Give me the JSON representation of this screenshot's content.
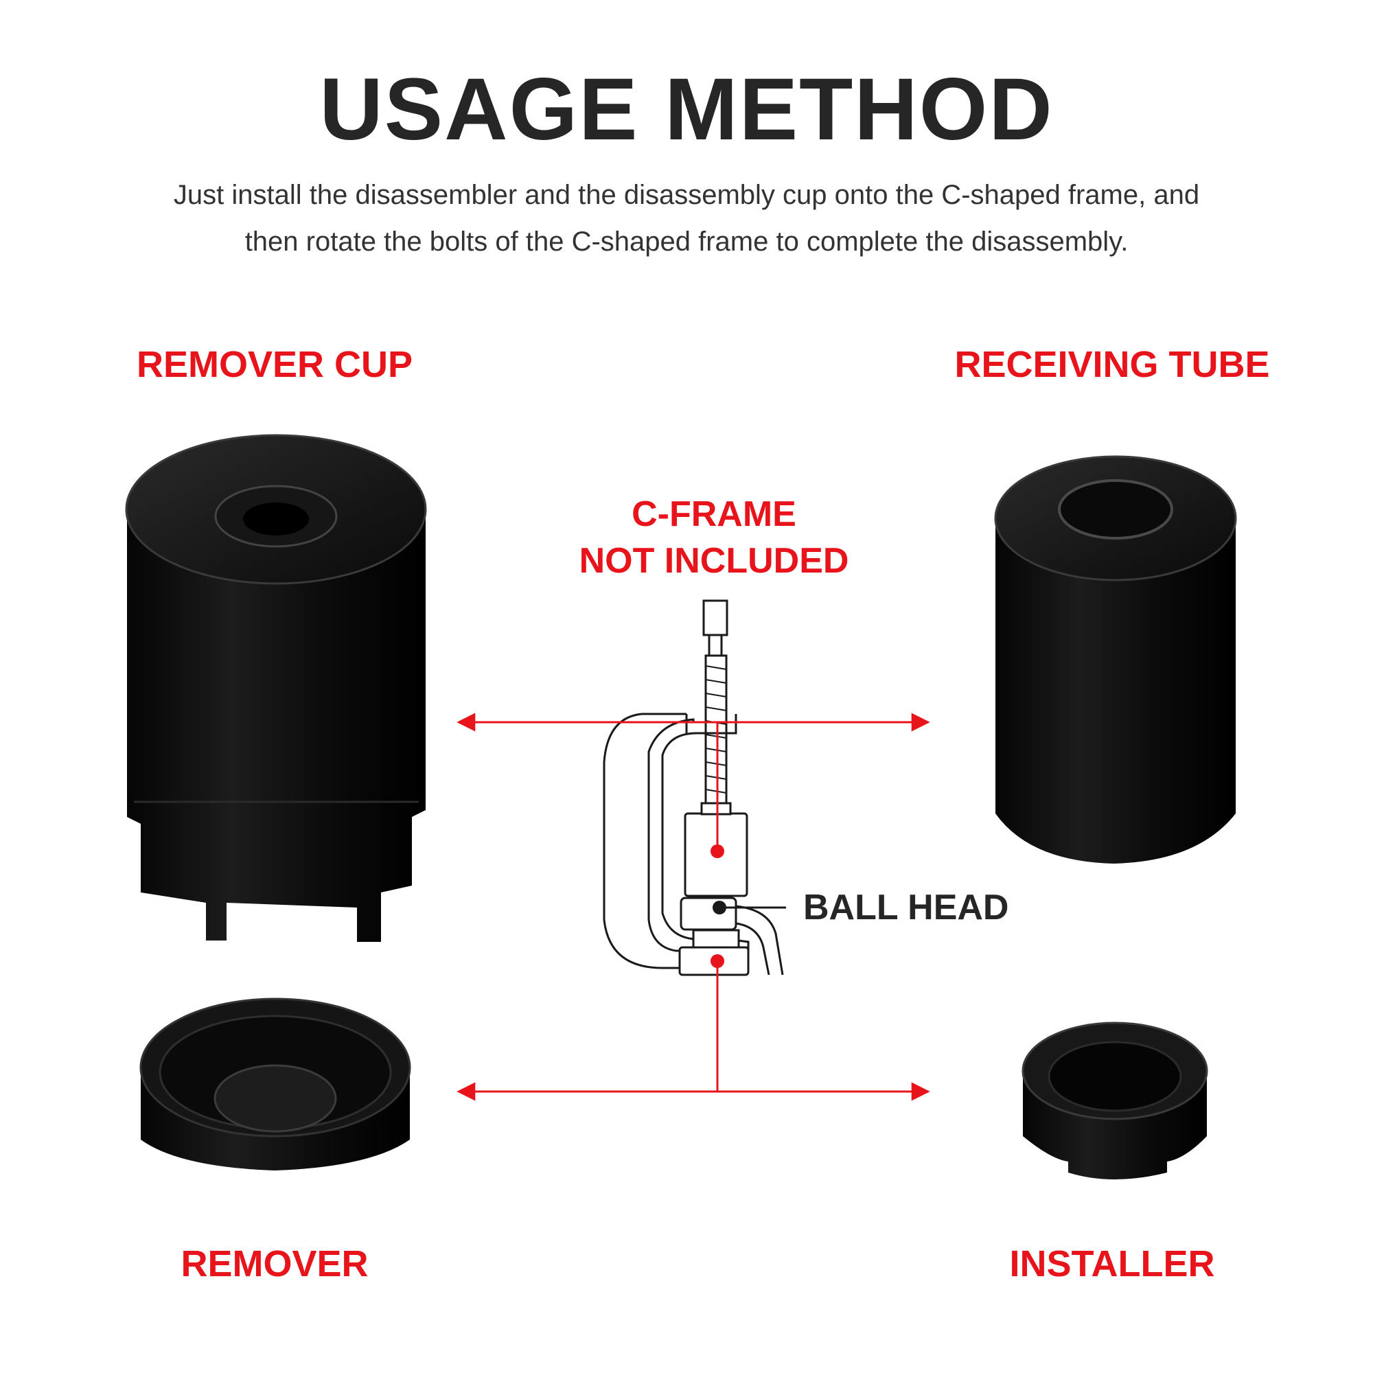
{
  "title": "USAGE METHOD",
  "subtitle": {
    "line1": "Just install the disassembler and the disassembly cup onto the C-shaped frame, and",
    "line2": "then rotate the bolts of the C-shaped frame to complete the disassembly."
  },
  "labels": {
    "remover_cup": "REMOVER CUP",
    "receiving_tube": "RECEIVING TUBE",
    "cframe_line1": "C-FRAME",
    "cframe_line2": "NOT INCLUDED",
    "ball_head": "BALL HEAD",
    "remover": "REMOVER",
    "installer": "INSTALLER"
  },
  "colors": {
    "accent_red": "#e8141b",
    "title_dark": "#262626",
    "part_black": "#0d0d0d"
  }
}
